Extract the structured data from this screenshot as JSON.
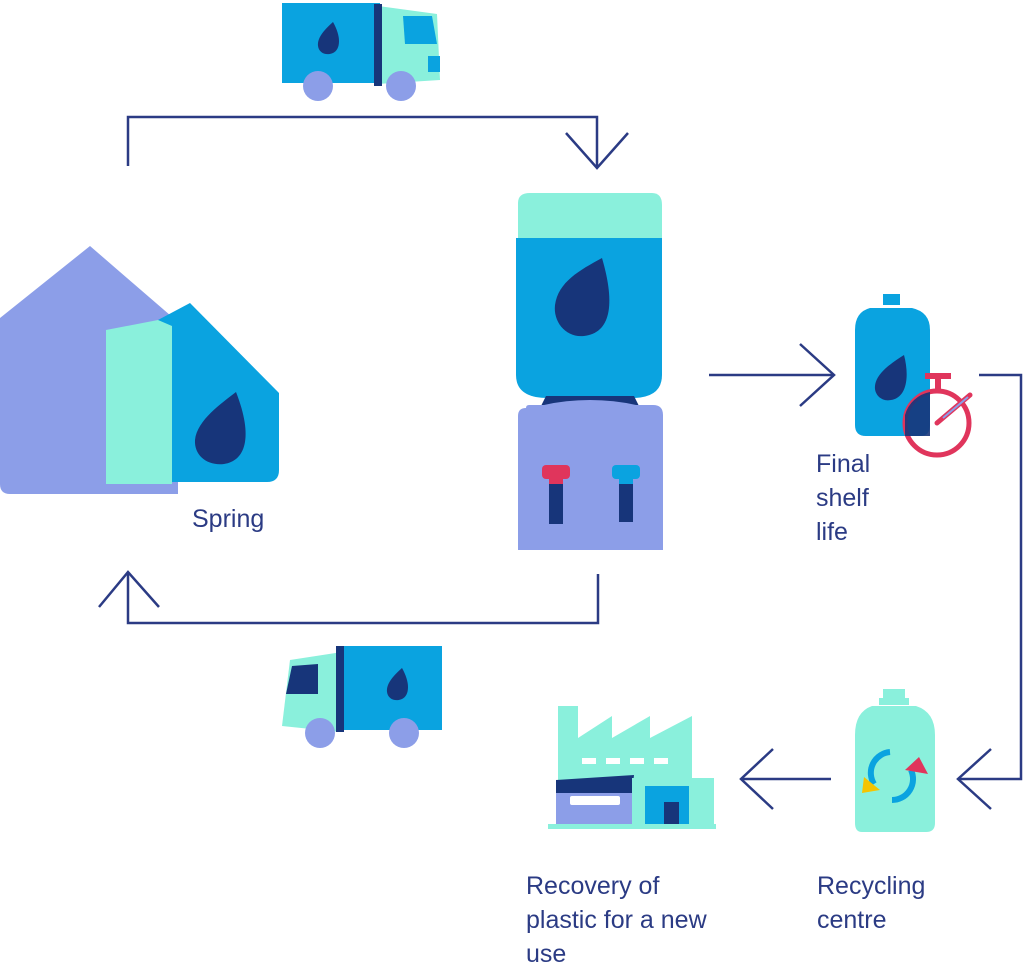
{
  "labels": {
    "spring": "Spring",
    "final_shelf_life": "Final\nshelf\nlife",
    "recycling_centre": "Recycling\ncentre",
    "recovery": "Recovery of\nplastic for a new\nuse"
  },
  "icons": {
    "spring_building": "building-with-water-drop-icon",
    "delivery_truck": "truck-icon",
    "return_truck": "truck-icon",
    "water_cooler": "water-cooler-icon",
    "expired_bottle": "bottle-with-stopwatch-icon",
    "recycling_bottle": "bottle-with-recycle-arrows-icon",
    "factory": "factory-icon"
  },
  "colors": {
    "navy": "#17357a",
    "line": "#2b3b84",
    "blue": "#0aa3e0",
    "mint": "#8af0dc",
    "lavender": "#8c9ee8",
    "red": "#e0355c",
    "yellow": "#f5c400"
  }
}
